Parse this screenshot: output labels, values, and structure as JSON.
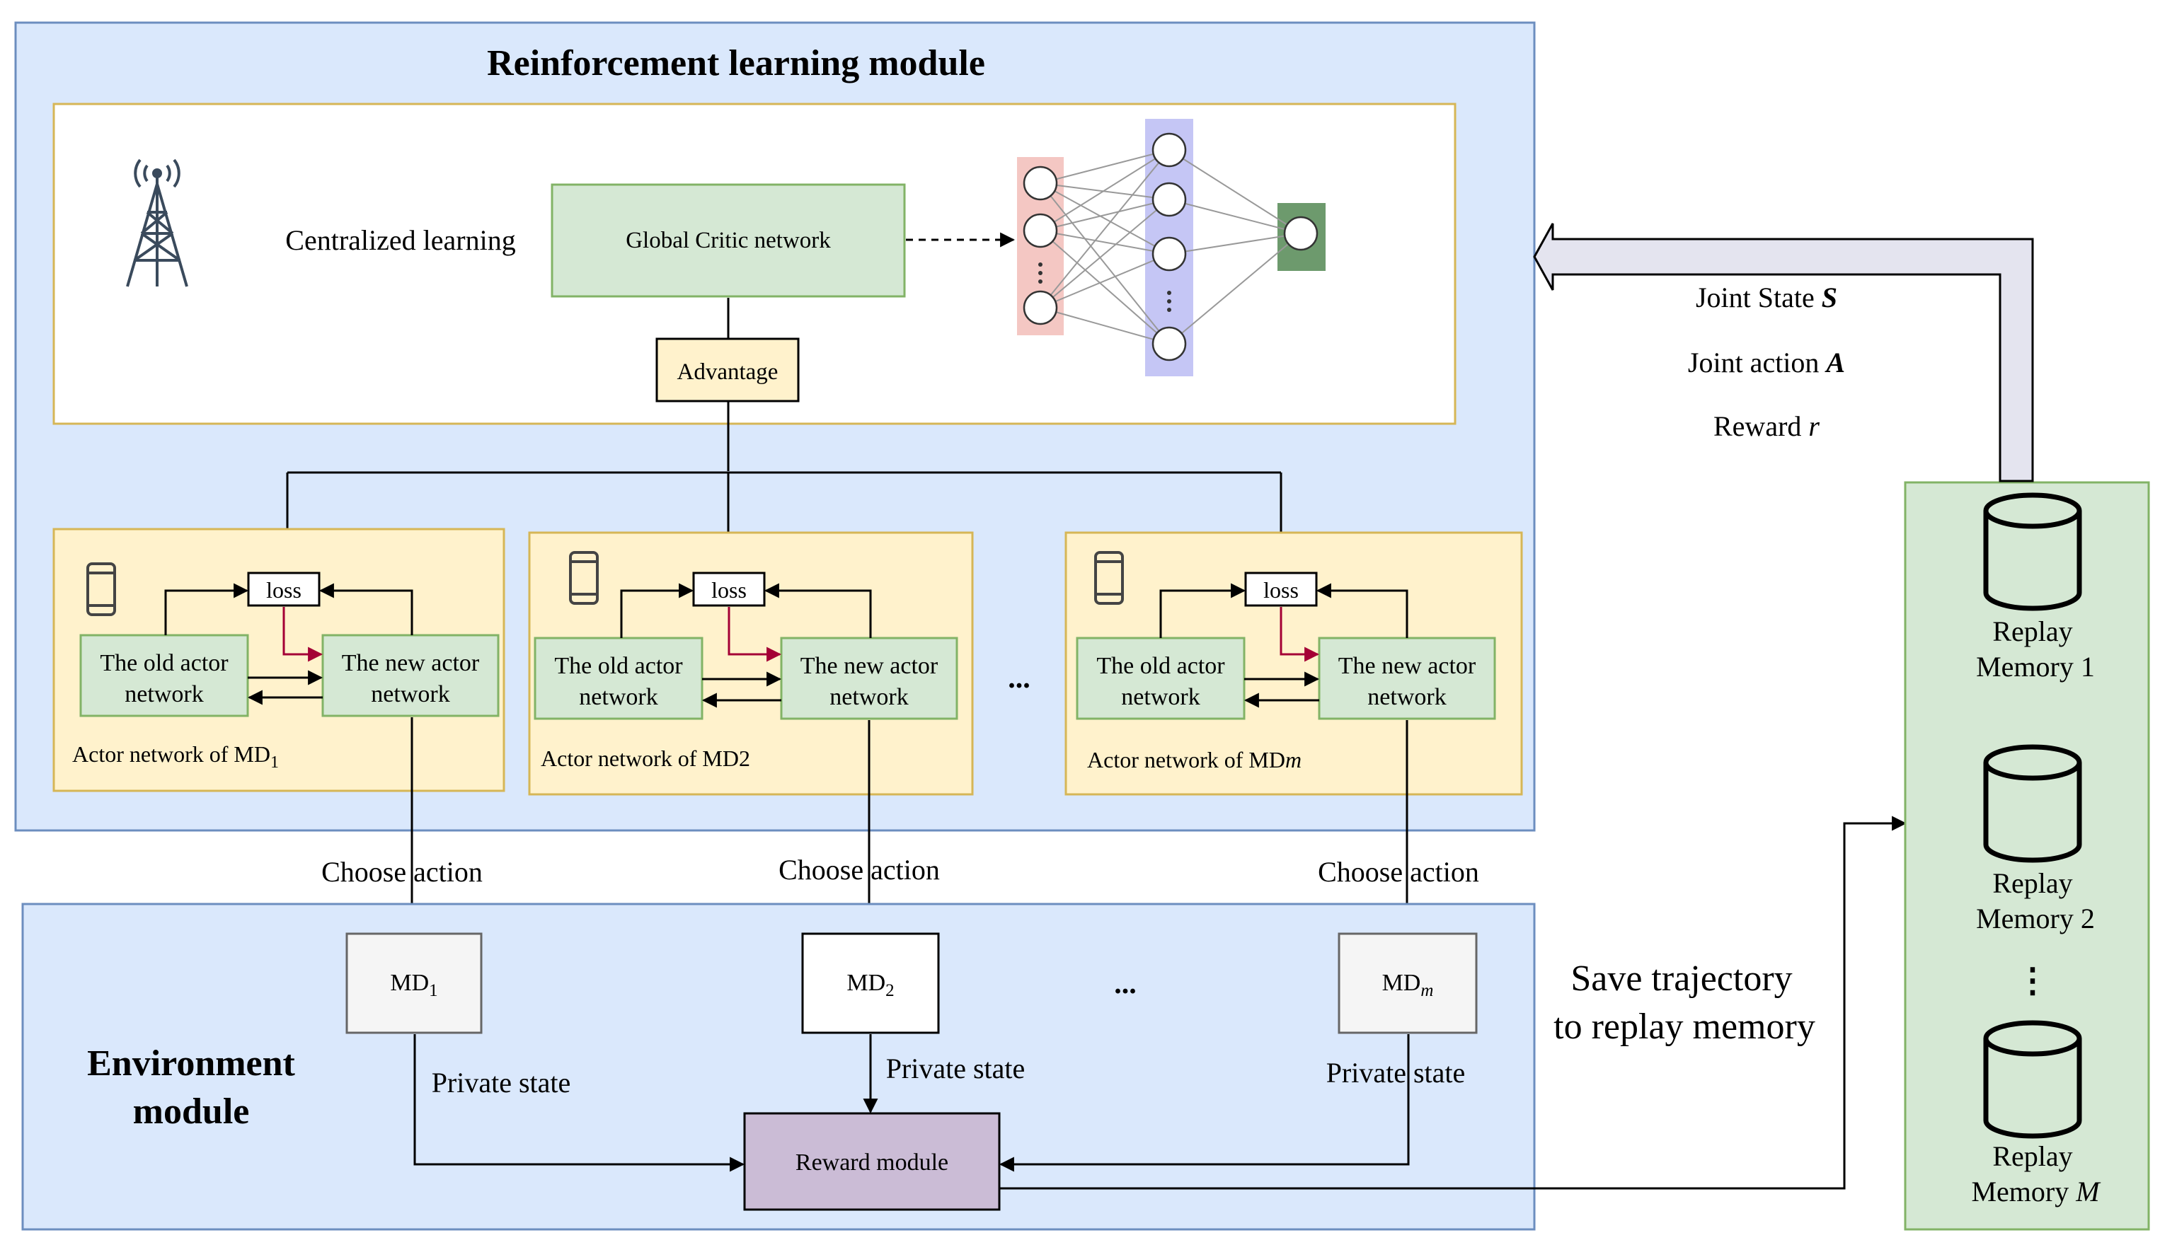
{
  "rl_module": {
    "title": "Reinforcement learning module",
    "centralized_label": "Centralized learning",
    "global_critic": "Global Critic network",
    "advantage": "Advantage"
  },
  "actors": [
    {
      "old_line1": "The old actor",
      "old_line2": "network",
      "new_line1": "The new actor",
      "new_line2": "network",
      "loss": "loss",
      "label_prefix": "Actor network of MD",
      "label_sub": "1"
    },
    {
      "old_line1": "The old actor",
      "old_line2": "network",
      "new_line1": "The new actor",
      "new_line2": "network",
      "loss": "loss",
      "label_prefix": "Actor network of MD",
      "label_sub": "2"
    },
    {
      "old_line1": "The old actor",
      "old_line2": "network",
      "new_line1": "The new actor",
      "new_line2": "network",
      "loss": "loss",
      "label_prefix": "Actor network of MD",
      "label_sub": "m"
    }
  ],
  "actor_ellipsis": "...",
  "choose_action": [
    "Choose action",
    "Choose action",
    "Choose action"
  ],
  "env_module": {
    "title_line1": "Environment",
    "title_line2": "module",
    "md_prefix": "MD",
    "md_subs": [
      "1",
      "2",
      "m"
    ],
    "md_ellipsis": "...",
    "private_state": [
      "Private state",
      "Private state",
      "Private state"
    ],
    "reward_module": "Reward module"
  },
  "flow_labels": {
    "joint_state": "Joint State",
    "joint_state_sym": "S",
    "joint_action": "Joint action",
    "joint_action_sym": "A",
    "reward": "Reward",
    "reward_sym": "r",
    "save_line1": "Save trajectory",
    "save_line2": "to replay memory"
  },
  "replay": {
    "memories": [
      {
        "line1": "Replay",
        "line2": "Memory 1"
      },
      {
        "line1": "Replay",
        "line2": "Memory 2"
      },
      {
        "line1": "Replay",
        "line2": "Memory M"
      }
    ],
    "ellipsis": "⋮"
  },
  "colors": {
    "module_bg": "#dae8fc",
    "module_border": "#6c8ebf",
    "yellow_bg": "#fff2cc",
    "yellow_border": "#d6b656",
    "green_bg": "#d5e8d4",
    "green_border": "#82b366",
    "purple_bg": "#cbbcd6",
    "grey_bg": "#f5f5f5",
    "input_layer": "#f4c7c3",
    "hidden_layer": "#c5c6f5",
    "output_layer": "#6d9a6d",
    "loss_arrow": "#a40035"
  }
}
